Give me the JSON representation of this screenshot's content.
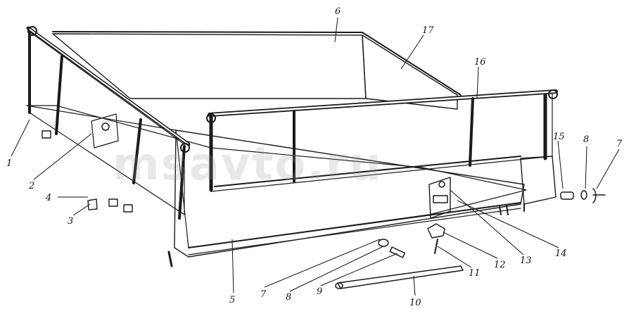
{
  "diagram": {
    "callouts": [
      {
        "id": "c1",
        "label": "1"
      },
      {
        "id": "c2",
        "label": "2"
      },
      {
        "id": "c3",
        "label": "3"
      },
      {
        "id": "c4",
        "label": "4"
      },
      {
        "id": "c5",
        "label": "5"
      },
      {
        "id": "c6",
        "label": "6"
      },
      {
        "id": "c7a",
        "label": "7"
      },
      {
        "id": "c7b",
        "label": "7"
      },
      {
        "id": "c8a",
        "label": "8"
      },
      {
        "id": "c8b",
        "label": "8"
      },
      {
        "id": "c9",
        "label": "9"
      },
      {
        "id": "c10",
        "label": "10"
      },
      {
        "id": "c11",
        "label": "11"
      },
      {
        "id": "c12",
        "label": "12"
      },
      {
        "id": "c13",
        "label": "13"
      },
      {
        "id": "c14",
        "label": "14"
      },
      {
        "id": "c15",
        "label": "15"
      },
      {
        "id": "c16",
        "label": "16"
      },
      {
        "id": "c17",
        "label": "17"
      }
    ],
    "watermark": "msavto.ru"
  },
  "colors": {
    "ink": "#1a1a1a",
    "paper": "#ffffff",
    "hatch": "#555555"
  }
}
